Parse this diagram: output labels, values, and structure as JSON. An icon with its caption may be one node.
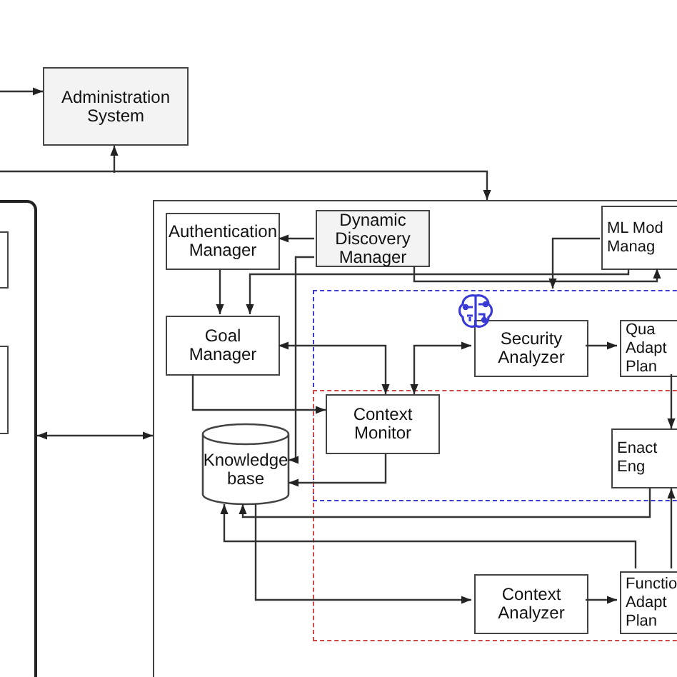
{
  "diagram": {
    "nodes": [
      {
        "text": [
          "Administration System"
        ]
      },
      {
        "text": [],
        "shape": "box"
      },
      {
        "text": [],
        "shape": "box",
        "in": 1
      },
      {
        "text": [],
        "shape": "box",
        "in": 1
      },
      {
        "text": [],
        "shape": "box"
      },
      {
        "text": [
          "Authentication Manager"
        ],
        "in": 4
      },
      {
        "text": [
          "Dynamic Discovery Manager"
        ],
        "in": 4
      },
      {
        "text": [
          "ML Mod Manag"
        ],
        "in": 4
      },
      {
        "text": [
          "Goal Manager"
        ],
        "in": 4
      },
      {
        "text": [],
        "shape": "box",
        "in": 4
      },
      {
        "text": [
          "Security Analyzer"
        ],
        "in": 9
      },
      {
        "text": [
          "Qua Adapt Plan"
        ],
        "in": 9
      },
      {
        "text": [],
        "shape": "box",
        "in": 4
      },
      {
        "text": [
          "Context Monitor"
        ]
      },
      {
        "text": [
          "Knowledge base"
        ],
        "in": 4
      },
      {
        "text": [
          "Enact Eng"
        ]
      },
      {
        "text": [
          "Context Analyzer"
        ],
        "in": 12
      },
      {
        "text": [
          "Functio Adapt Plan"
        ],
        "in": 12
      }
    ],
    "edges": [
      {
        "from": null,
        "to": 0,
        "arrow": "to"
      },
      {
        "from": null,
        "to": 0,
        "arrow": "to"
      },
      {
        "from": null,
        "to": 4,
        "arrow": "to"
      },
      {
        "from": 1,
        "to": 4,
        "arrow": "both"
      },
      {
        "from": 6,
        "to": 5,
        "arrow": "to"
      },
      {
        "from": 5,
        "to": 8,
        "arrow": "to"
      },
      {
        "from": 7,
        "to": 8,
        "arrow": "to"
      },
      {
        "from": 6,
        "to": 7,
        "arrow": "to"
      },
      {
        "from": 7,
        "to": 9,
        "arrow": "to"
      },
      {
        "from": 6,
        "to": 14,
        "arrow": "to"
      },
      {
        "from": 8,
        "to": 13,
        "arrow": "both"
      },
      {
        "from": 13,
        "to": 10,
        "arrow": "both"
      },
      {
        "from": 8,
        "to": 13,
        "arrow": "to"
      },
      {
        "from": 13,
        "to": 14,
        "arrow": "to"
      },
      {
        "from": 10,
        "to": 11,
        "arrow": "to"
      },
      {
        "from": 11,
        "to": 15,
        "arrow": "to"
      },
      {
        "from": 17,
        "to": 15,
        "arrow": "to"
      },
      {
        "from": 15,
        "to": 14,
        "arrow": "to"
      },
      {
        "from": 17,
        "to": 14,
        "arrow": "to"
      },
      {
        "from": 14,
        "to": 16,
        "arrow": "to"
      },
      {
        "from": 16,
        "to": 17,
        "arrow": "to"
      }
    ]
  }
}
